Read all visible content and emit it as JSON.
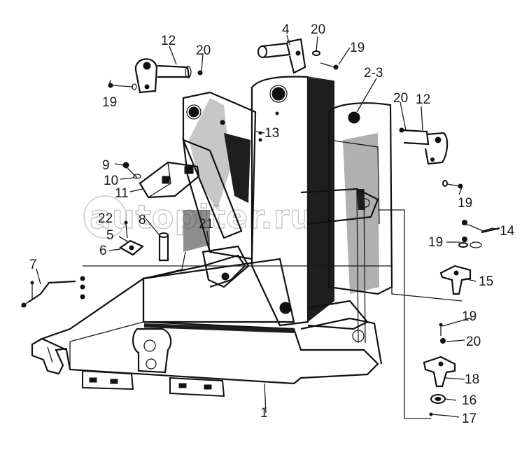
{
  "figure": {
    "watermark": "autopiter.ru",
    "ink_color": "#1a1a1a",
    "watermark_color": "#c8c8c8"
  },
  "labels": [
    {
      "id": "1",
      "text": "1"
    },
    {
      "id": "2-3",
      "text": "2-3"
    },
    {
      "id": "4",
      "text": "4"
    },
    {
      "id": "5",
      "text": "5"
    },
    {
      "id": "6",
      "text": "6"
    },
    {
      "id": "7",
      "text": "7"
    },
    {
      "id": "8",
      "text": "8"
    },
    {
      "id": "9",
      "text": "9"
    },
    {
      "id": "10",
      "text": "10"
    },
    {
      "id": "11",
      "text": "11"
    },
    {
      "id": "12a",
      "text": "12"
    },
    {
      "id": "12b",
      "text": "12"
    },
    {
      "id": "13",
      "text": "13"
    },
    {
      "id": "14",
      "text": "14"
    },
    {
      "id": "15",
      "text": "15"
    },
    {
      "id": "16",
      "text": "16"
    },
    {
      "id": "17",
      "text": "17"
    },
    {
      "id": "18",
      "text": "18"
    },
    {
      "id": "19a",
      "text": "19"
    },
    {
      "id": "19b",
      "text": "19"
    },
    {
      "id": "19c",
      "text": "19"
    },
    {
      "id": "19d",
      "text": "19"
    },
    {
      "id": "19e",
      "text": "19"
    },
    {
      "id": "20a",
      "text": "20"
    },
    {
      "id": "20b",
      "text": "20"
    },
    {
      "id": "20c",
      "text": "20"
    },
    {
      "id": "20d",
      "text": "20"
    },
    {
      "id": "21",
      "text": "21"
    },
    {
      "id": "22",
      "text": "22"
    }
  ]
}
